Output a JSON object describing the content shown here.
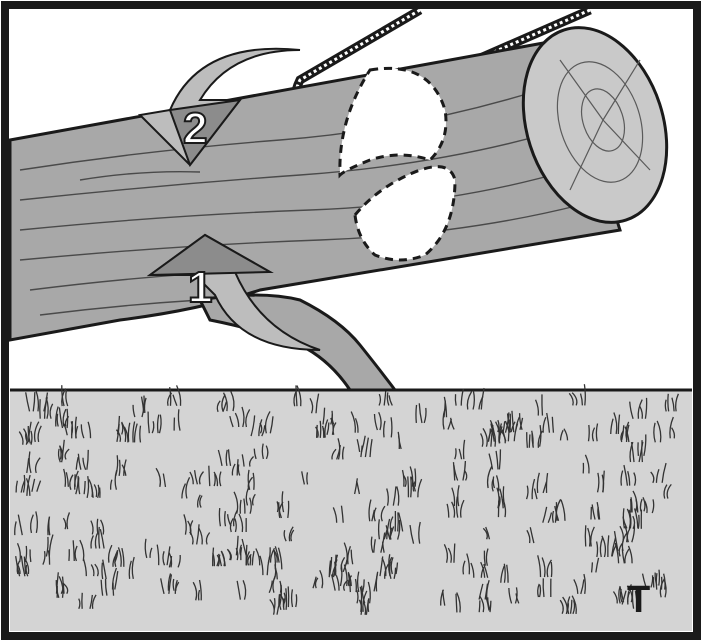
{
  "figure": {
    "step_labels": [
      "2",
      "1"
    ],
    "corner_letter": "T"
  },
  "colors": {
    "frame": "#1a1a1a",
    "sky": "#ffffff",
    "log_bark": "#a8a8a8",
    "log_end": "#c9c9c9",
    "arrow_fill": "#8c8c8c",
    "arrow_light": "#bdbdbd",
    "ground": "#d4d4d4",
    "grass": "#333333"
  },
  "icons": [
    "log-illustration",
    "chainsaw-chain-icon",
    "cut-arrow-down-icon",
    "cut-arrow-up-icon",
    "grass-ground"
  ]
}
